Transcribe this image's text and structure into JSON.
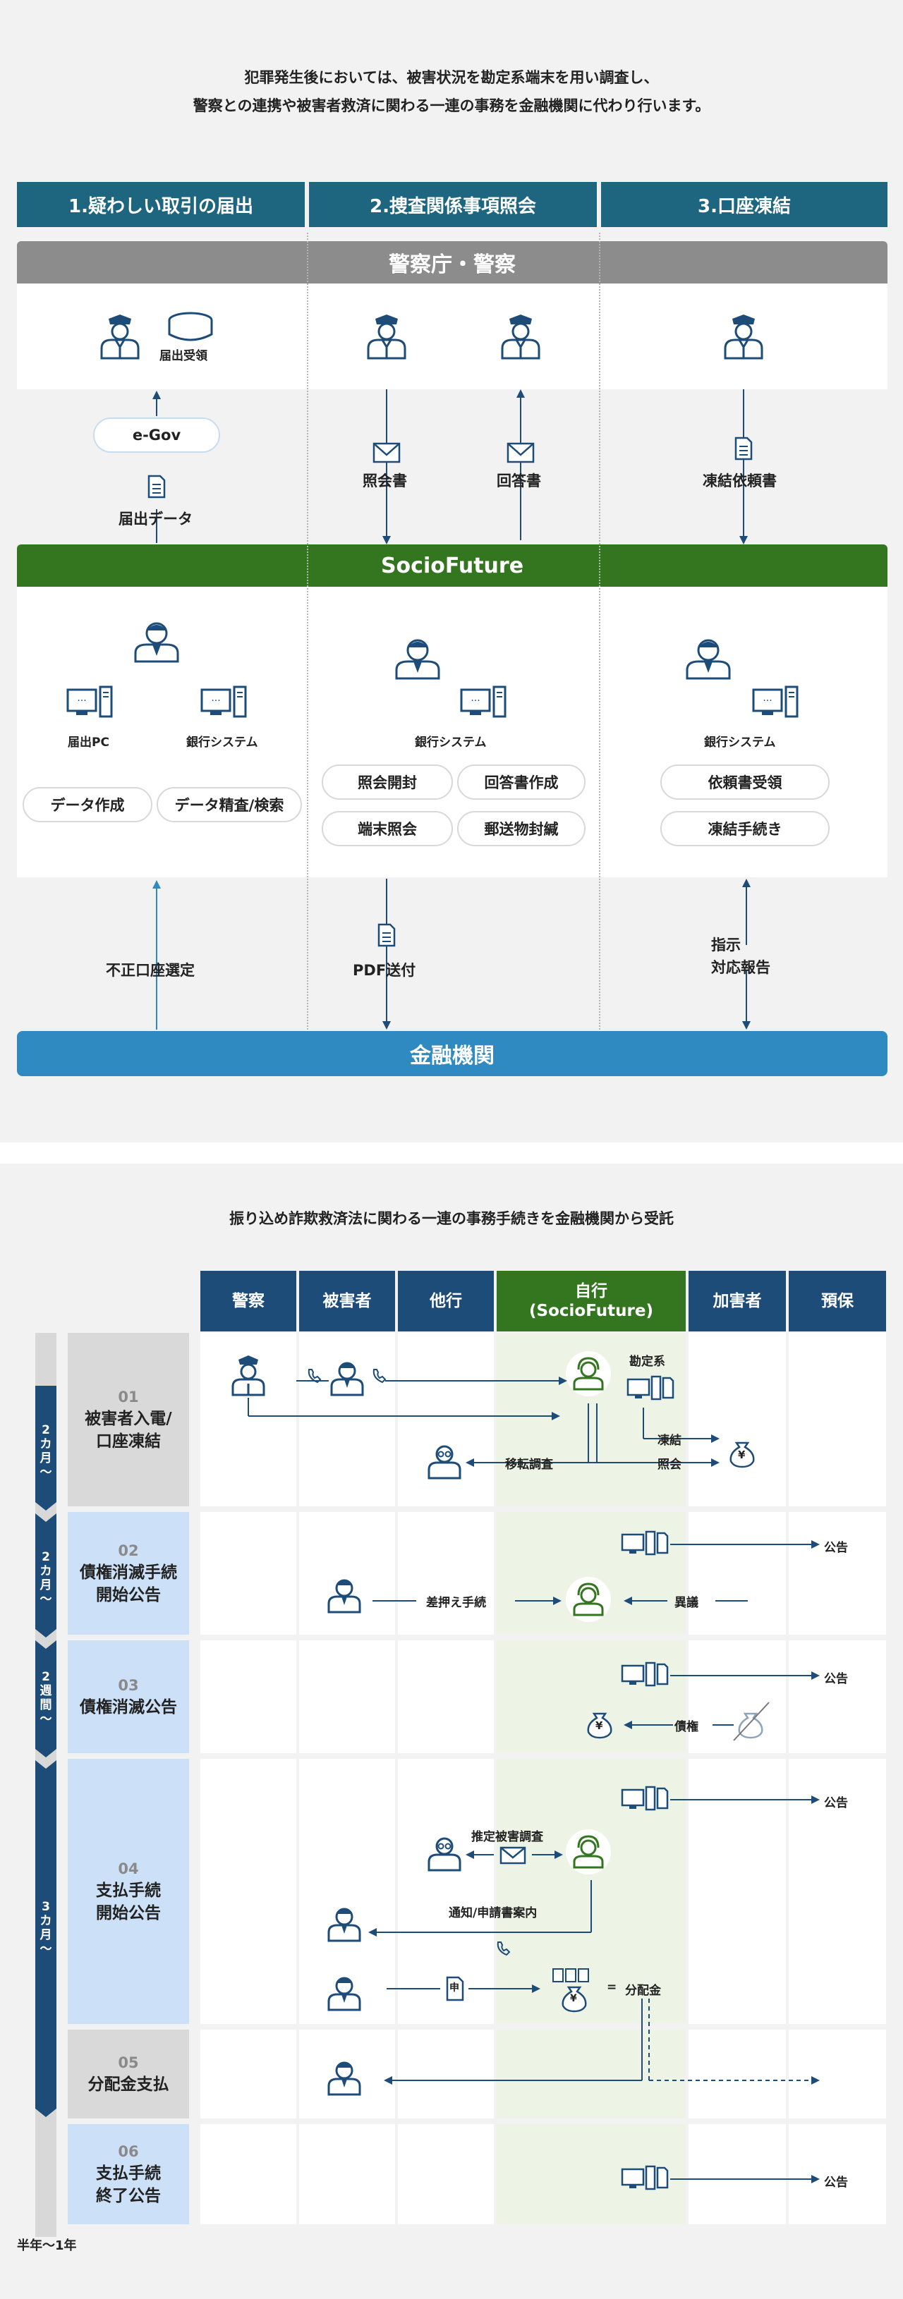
{
  "section1": {
    "intro_line1": "犯罪発生後においては、被害状況を勘定系端末を用い調査し、",
    "intro_line2": "警察との連携や被害者救済に関わる一連の事務を金融機関に代わり行います。",
    "columns": [
      "1.疑わしい取引の届出",
      "2.捜査関係事項照会",
      "3.口座凍結"
    ],
    "police_band": "警察庁・警察",
    "receipt_label": "届出受領",
    "egov": "e-Gov",
    "report_data": "届出データ",
    "inquiry_doc": "照会書",
    "answer_doc": "回答書",
    "freeze_request_doc": "凍結依頼書",
    "socio_band": "SocioFuture",
    "col1_devices": [
      "届出PC",
      "銀行システム"
    ],
    "col1_tasks": [
      "データ作成",
      "データ精査/検索"
    ],
    "col2_device": "銀行システム",
    "col2_tasks": [
      "照会開封",
      "回答書作成",
      "端末照会",
      "郵送物封緘"
    ],
    "col3_device": "銀行システム",
    "col3_tasks": [
      "依頼書受領",
      "凍結手続き"
    ],
    "fraud_account": "不正口座選定",
    "pdf_send": "PDF送付",
    "instruction_line1": "指示",
    "instruction_line2": "対応報告",
    "bank_band": "金融機関"
  },
  "section2": {
    "intro": "振り込め詐欺救済法に関わる一連の事務手続きを金融機関から受託",
    "headers": [
      "警察",
      "被害者",
      "他行",
      "自行",
      "(SocioFuture)",
      "加害者",
      "預保"
    ],
    "steps": [
      {
        "num": "01",
        "title1": "被害者入電/",
        "title2": "口座凍結",
        "period1": "2",
        "period2": "カ",
        "period3": "月",
        "period4": "〜"
      },
      {
        "num": "02",
        "title1": "債権消滅手続",
        "title2": "開始公告",
        "period1": "2",
        "period2": "カ",
        "period3": "月",
        "period4": "〜"
      },
      {
        "num": "03",
        "title1": "債権消滅公告",
        "title2": "",
        "period1": "2",
        "period2": "週",
        "period3": "間",
        "period4": "〜"
      },
      {
        "num": "04",
        "title1": "支払手続",
        "title2": "開始公告",
        "period1": "3",
        "period2": "カ",
        "period3": "月",
        "period4": "〜"
      },
      {
        "num": "05",
        "title1": "分配金支払",
        "title2": ""
      },
      {
        "num": "06",
        "title1": "支払手続",
        "title2": "終了公告"
      }
    ],
    "labels": {
      "accounting": "勘定系",
      "freeze": "凍結",
      "transfer_check": "移転調査",
      "inquiry": "照会",
      "announcement": "公告",
      "seizure": "差押え手続",
      "objection": "異議",
      "claim": "債権",
      "presumed_victim": "推定被害調査",
      "notice": "通知/申請書案内",
      "application_char": "申",
      "equals": "=",
      "distribution": "分配金",
      "yen": "¥"
    },
    "footer": "半年〜1年"
  },
  "colors": {
    "teal": "#1e6680",
    "gray_band": "#8c8c8c",
    "green": "#33761f",
    "bank_blue": "#2e8ac1",
    "navy": "#1e4c78",
    "light_blue": "#cce0f7",
    "light_green": "#edf4e6"
  }
}
